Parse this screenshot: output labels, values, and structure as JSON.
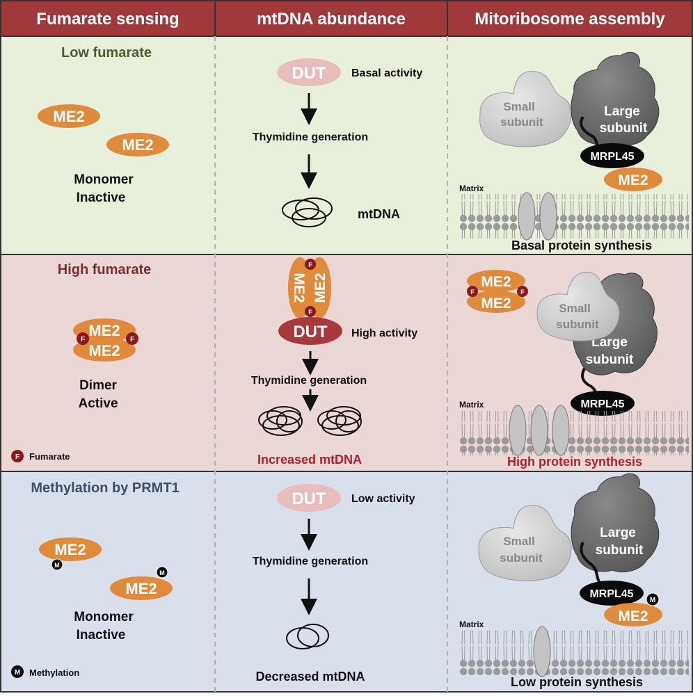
{
  "headers": [
    "Fumarate sensing",
    "mtDNA abundance",
    "Mitoribosome assembly"
  ],
  "colors": {
    "header": "#a03a3a",
    "row_low": "#e8f0dc",
    "row_high": "#ecd7d7",
    "row_meth": "#d9e0ec",
    "me2": "#e08a3c",
    "dut_pale": "#e8bdbd",
    "dut_dark": "#a8393b",
    "fumarate": "#8b1a1a",
    "low_title": "#4e5b2d",
    "high_title": "#7a2d2d",
    "meth_title": "#3d5068",
    "high_red": "#a8242a",
    "small_subunit": "#cfcfcf",
    "large_subunit": "#707070",
    "membrane": "#9b9b9b"
  },
  "rows": {
    "low": {
      "title": "Low fumarate",
      "me2_a": "ME2",
      "me2_b": "ME2",
      "state_1": "Monomer",
      "state_2": "Inactive",
      "dut": "DUT",
      "activity": "Basal activity",
      "thymidine": "Thymidine generation",
      "mtdna": "mtDNA",
      "small_1": "Small",
      "small_2": "subunit",
      "large_1": "Large",
      "large_2": "subunit",
      "mrpl45": "MRPL45",
      "me2_ribo": "ME2",
      "matrix": "Matrix",
      "synthesis": "Basal protein synthesis"
    },
    "high": {
      "title": "High fumarate",
      "me2_a": "ME2",
      "me2_b": "ME2",
      "f": "F",
      "state_1": "Dimer",
      "state_2": "Active",
      "legend": "Fumarate",
      "dut": "DUT",
      "activity": "High activity",
      "thymidine": "Thymidine generation",
      "mtdna": "Increased mtDNA",
      "small_1": "Small",
      "small_2": "subunit",
      "large_1": "Large",
      "large_2": "subunit",
      "mrpl45": "MRPL45",
      "matrix": "Matrix",
      "synthesis": "High protein synthesis"
    },
    "meth": {
      "title": "Methylation by PRMT1",
      "me2_a": "ME2",
      "me2_b": "ME2",
      "m": "M",
      "state_1": "Monomer",
      "state_2": "Inactive",
      "legend": "Methylation",
      "dut": "DUT",
      "activity": "Low activity",
      "thymidine": "Thymidine generation",
      "mtdna": "Decreased mtDNA",
      "small_1": "Small",
      "small_2": "subunit",
      "large_1": "Large",
      "large_2": "subunit",
      "mrpl45": "MRPL45",
      "me2_ribo": "ME2",
      "matrix": "Matrix",
      "synthesis": "Low protein synthesis"
    }
  }
}
